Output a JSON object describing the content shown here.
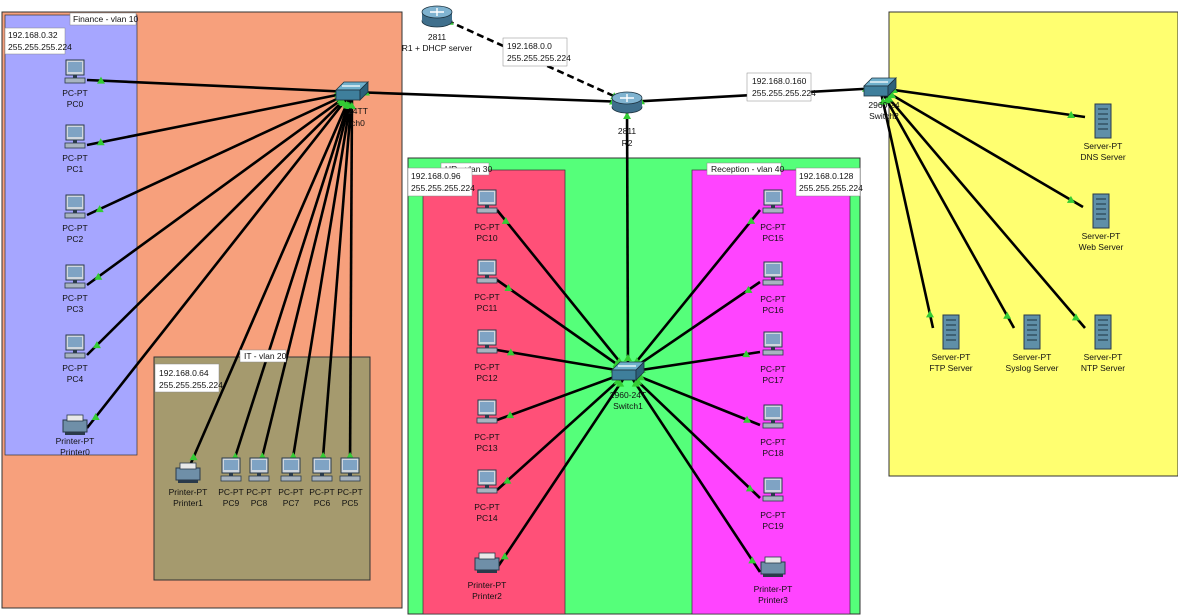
{
  "colors": {
    "finance": "#f7a07c",
    "finance_inner": "#a6a6ff",
    "it": "#a59a6e",
    "hr": "#ff5078",
    "hr_outer": "#55ff7a",
    "reception": "#ff44ff",
    "servers": "#ffff70",
    "link": "#000000",
    "port": "#33cc33"
  },
  "zones": {
    "finance": {
      "title": "Finance - vlan 10",
      "net": "192.168.0.32",
      "mask": "255.255.255.224"
    },
    "it": {
      "title": "IT - vlan 20",
      "net": "192.168.0.64",
      "mask": "255.255.255.224"
    },
    "hr": {
      "title": "HR - vlan 30",
      "net": "192.168.0.96",
      "mask": "255.255.255.224"
    },
    "reception": {
      "title": "Reception - vlan 40",
      "net": "192.168.0.128",
      "mask": "255.255.255.224"
    }
  },
  "wan": {
    "r1_r2": {
      "net": "192.168.0.0",
      "mask": "255.255.255.224"
    },
    "r2_servers": {
      "net": "192.168.0.160",
      "mask": "255.255.255.224"
    }
  },
  "devices": {
    "r1": {
      "model": "2811",
      "name": "R1 + DHCP server"
    },
    "r2": {
      "model": "2811",
      "name": "R2"
    },
    "switch0": {
      "model": "2960-24TT",
      "name": "Switch0",
      "model_visible": "24TT",
      "name_visible": "ch0"
    },
    "switch1": {
      "model": "2960-24TT",
      "name": "Switch1",
      "model_visible": "2960-24T"
    },
    "switch2": {
      "model_visible": "2960-24",
      "name_visible": "Switch2"
    },
    "finance_devices": [
      {
        "type": "PC-PT",
        "name": "PC0"
      },
      {
        "type": "PC-PT",
        "name": "PC1"
      },
      {
        "type": "PC-PT",
        "name": "PC2"
      },
      {
        "type": "PC-PT",
        "name": "PC3"
      },
      {
        "type": "PC-PT",
        "name": "PC4"
      },
      {
        "type": "Printer-PT",
        "name": "Printer0"
      }
    ],
    "it_devices": [
      {
        "type": "Printer-PT",
        "name": "Printer1"
      },
      {
        "type": "PC-PT",
        "name": "PC9"
      },
      {
        "type": "PC-PT",
        "name": "PC8"
      },
      {
        "type": "PC-PT",
        "name": "PC7"
      },
      {
        "type": "PC-PT",
        "name": "PC6"
      },
      {
        "type": "PC-PT",
        "name": "PC5"
      }
    ],
    "hr_devices": [
      {
        "type": "PC-PT",
        "name": "PC10"
      },
      {
        "type": "PC-PT",
        "name": "PC11"
      },
      {
        "type": "PC-PT",
        "name": "PC12"
      },
      {
        "type": "PC-PT",
        "name": "PC13"
      },
      {
        "type": "PC-PT",
        "name": "PC14"
      },
      {
        "type": "Printer-PT",
        "name": "Printer2"
      }
    ],
    "reception_devices": [
      {
        "type": "PC-PT",
        "name": "PC15"
      },
      {
        "type": "PC-PT",
        "name": "PC16"
      },
      {
        "type": "PC-PT",
        "name": "PC17"
      },
      {
        "type": "PC-PT",
        "name": "PC18"
      },
      {
        "type": "PC-PT",
        "name": "PC19"
      },
      {
        "type": "Printer-PT",
        "name": "Printer3"
      }
    ],
    "servers": [
      {
        "type": "Server-PT",
        "name": "DNS Server"
      },
      {
        "type": "Server-PT",
        "name": "Web Server"
      },
      {
        "type": "Server-PT",
        "name": "FTP Server"
      },
      {
        "type": "Server-PT",
        "name": "Syslog Server"
      },
      {
        "type": "Server-PT",
        "name": "NTP Server"
      }
    ]
  }
}
